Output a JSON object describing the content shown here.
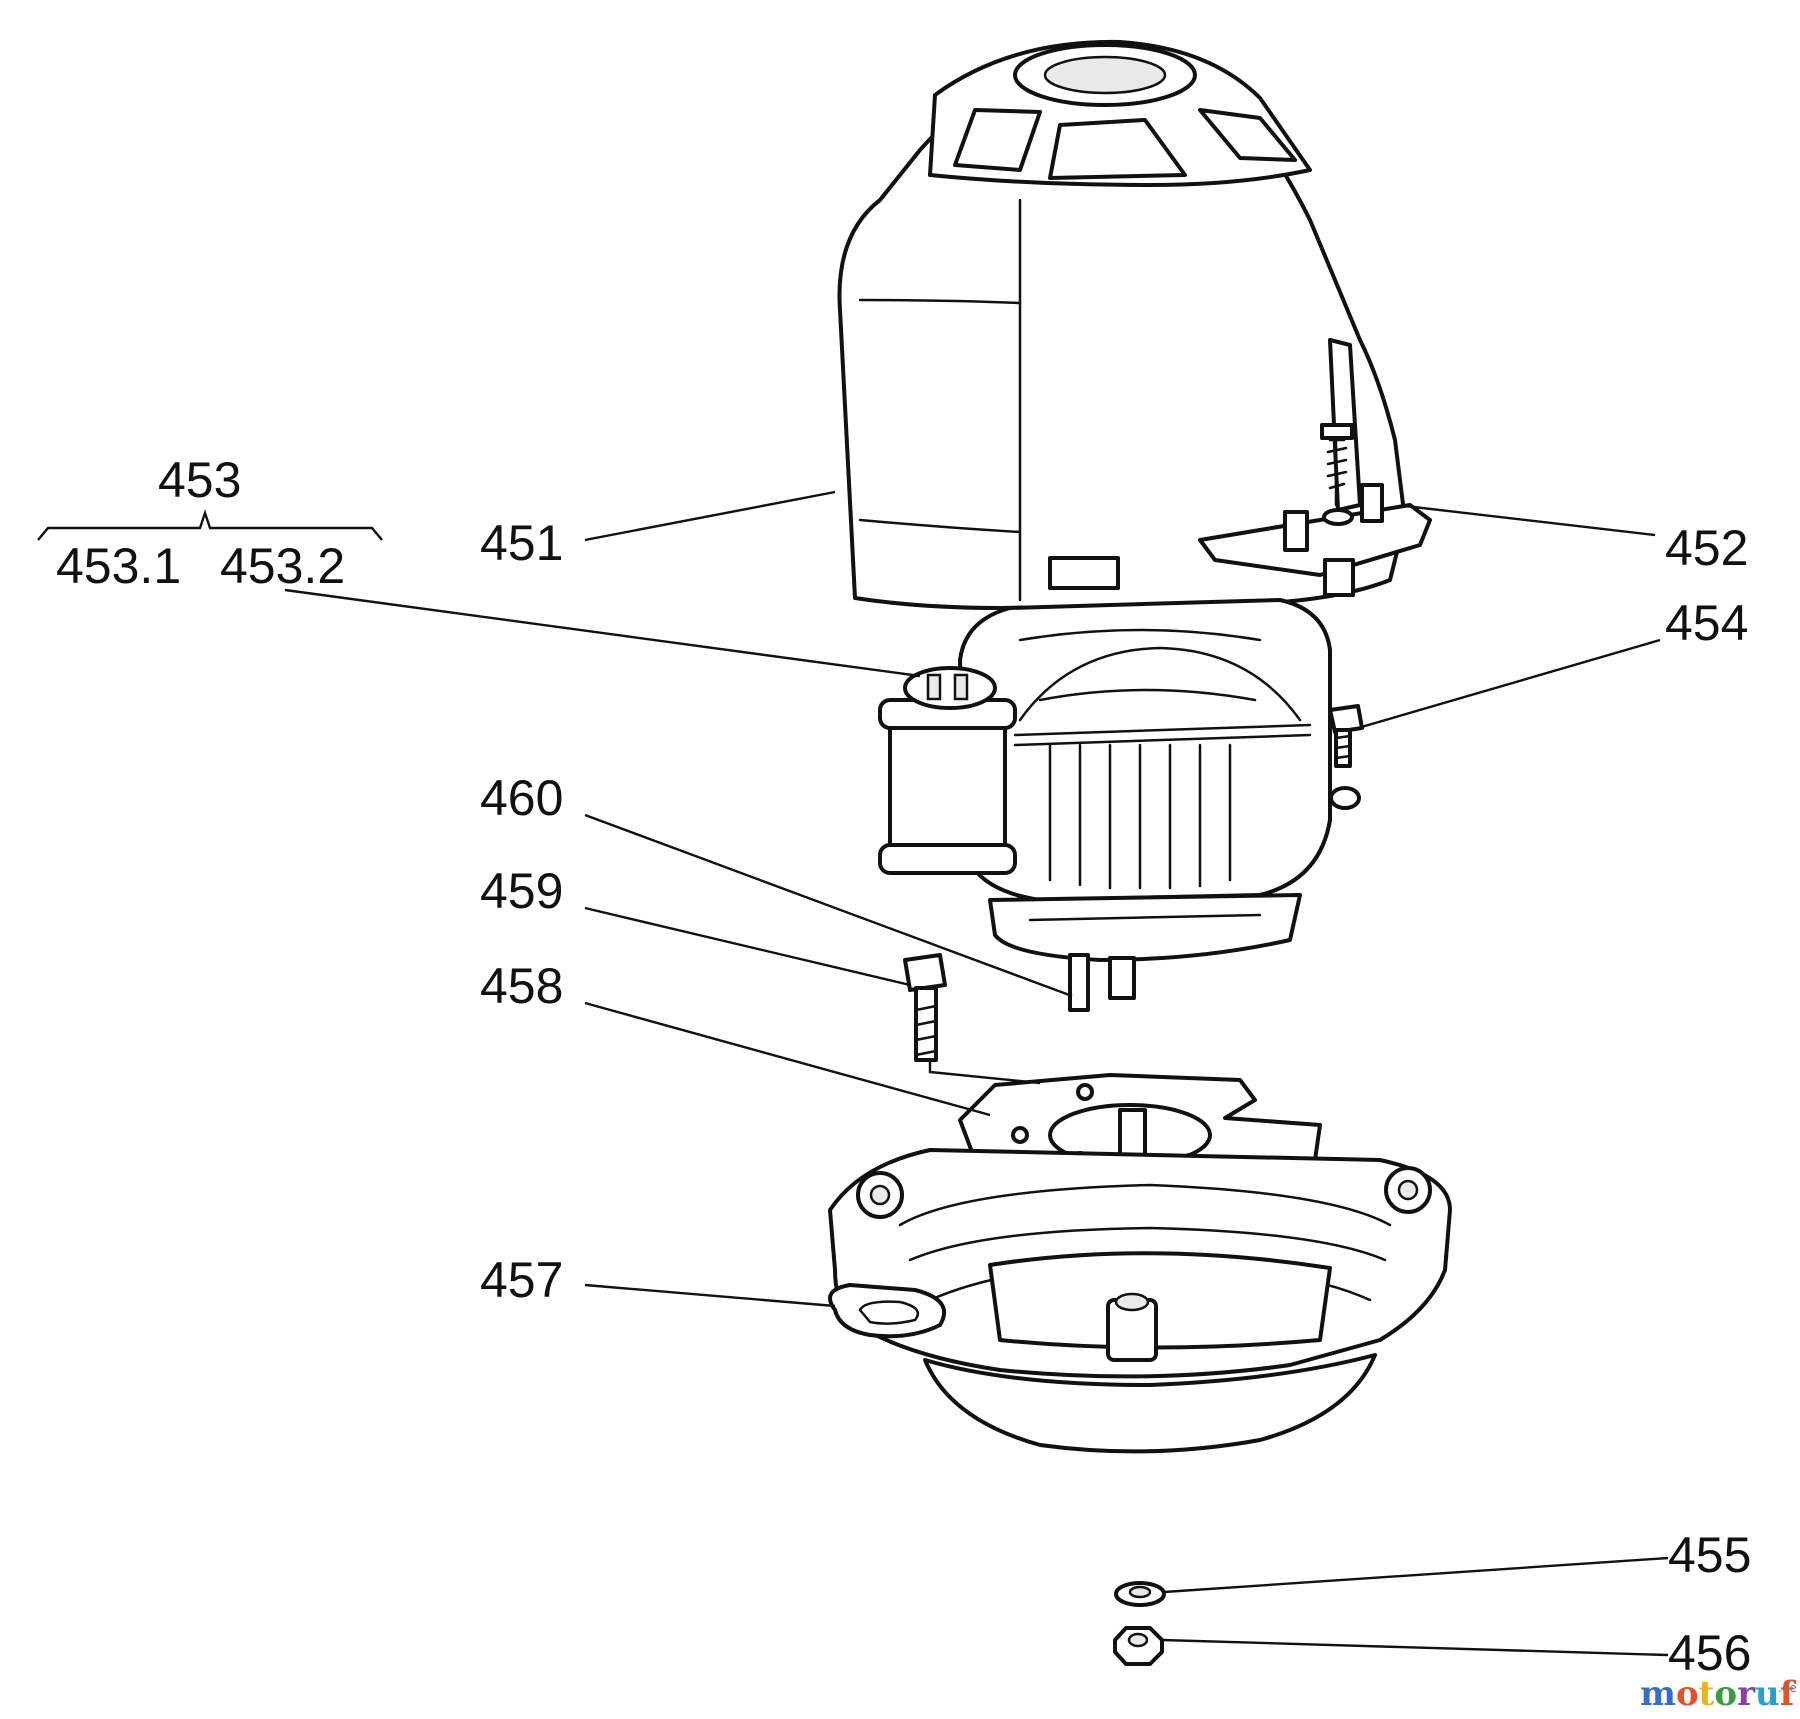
{
  "callouts": {
    "p451": "451",
    "p452": "452",
    "p453": "453",
    "p453_1": "453.1",
    "p453_2": "453.2",
    "p454": "454",
    "p455": "455",
    "p456": "456",
    "p457": "457",
    "p458": "458",
    "p459": "459",
    "p460": "460"
  },
  "watermark": {
    "brand": "motoruf",
    "tld": ".de",
    "colors": [
      "#3b6cc4",
      "#e2512a",
      "#e8b320",
      "#3b9d3f",
      "#8a3ea8",
      "#2aa0c8",
      "#e2512a"
    ]
  }
}
